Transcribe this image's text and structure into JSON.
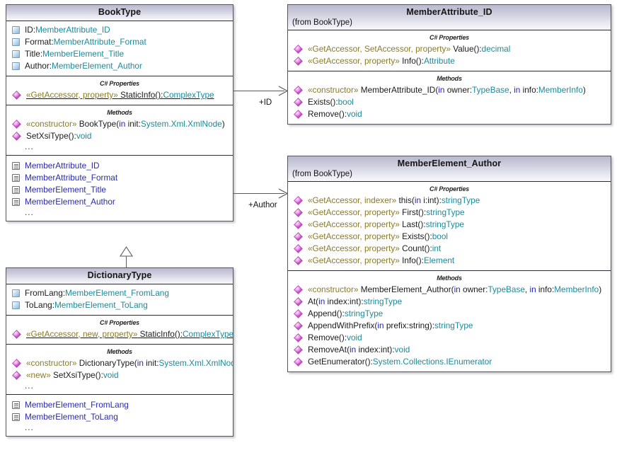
{
  "diagram": {
    "kind": "uml-class-diagram",
    "colors": {
      "header_gradient_top": "#b9b9d0",
      "header_gradient_bottom": "#f7f7fb",
      "border": "#55555e",
      "type_text": "#1d8a9a",
      "stereotype_text": "#8a7a28",
      "keyword_text": "#2222cc",
      "nested_class_text": "#2a2ab0",
      "attribute_icon": "#8fb7d8",
      "member_icon": "#e08fe0"
    },
    "section_captions": {
      "properties": "C# Properties",
      "methods": "Methods"
    },
    "ellipsis": "..."
  },
  "classes": {
    "booktype": {
      "name": "BookType",
      "attributes": [
        {
          "name": "ID:",
          "type": "MemberAttribute_ID"
        },
        {
          "name": "Format:",
          "type": "MemberAttribute_Format"
        },
        {
          "name": "Title:",
          "type": "MemberElement_Title"
        },
        {
          "name": "Author:",
          "type": "MemberElement_Author"
        }
      ],
      "properties_caption": "C# Properties",
      "properties": [
        {
          "stereotype": "«GetAccessor, property»",
          "signature": " StaticInfo():",
          "type": "ComplexType",
          "underline": true
        }
      ],
      "methods_caption": "Methods",
      "methods": [
        {
          "stereotype": "«constructor»",
          "signature": " BookType(",
          "kw": "in",
          "param": " init:",
          "type": "System.Xml.XmlNode",
          "close": ")"
        },
        {
          "signature": "SetXsiType():",
          "type": "void"
        }
      ],
      "methods_more": "...",
      "nested": [
        "MemberAttribute_ID",
        "MemberAttribute_Format",
        "MemberElement_Title",
        "MemberElement_Author"
      ],
      "nested_more": "..."
    },
    "dictionarytype": {
      "name": "DictionaryType",
      "attributes": [
        {
          "name": "FromLang:",
          "type": "MemberElement_FromLang"
        },
        {
          "name": "ToLang:",
          "type": "MemberElement_ToLang"
        }
      ],
      "properties_caption": "C# Properties",
      "properties": [
        {
          "stereotype": "«GetAccessor, new, property»",
          "signature": " StaticInfo():",
          "type": "ComplexType",
          "underline": true
        }
      ],
      "methods_caption": "Methods",
      "methods": [
        {
          "stereotype": "«constructor»",
          "signature": " DictionaryType(",
          "kw": "in",
          "param": " init:",
          "type": "System.Xml.XmlNode",
          "close": ")"
        },
        {
          "stereotype": "«new»",
          "signature": " SetXsiType():",
          "type": "void"
        }
      ],
      "methods_more": "...",
      "nested": [
        "MemberElement_FromLang",
        "MemberElement_ToLang"
      ],
      "nested_more": "..."
    },
    "memberattribute_id": {
      "name": "MemberAttribute_ID",
      "from": "(from BookType)",
      "properties_caption": "C# Properties",
      "properties": [
        {
          "stereotype": "«GetAccessor, SetAccessor, property»",
          "signature": " Value():",
          "type": "decimal"
        },
        {
          "stereotype": "«GetAccessor, property»",
          "signature": " Info():",
          "type": "Attribute"
        }
      ],
      "methods_caption": "Methods",
      "methods": [
        {
          "stereotype": "«constructor»",
          "signature": " MemberAttribute_ID(",
          "kw": "in",
          "param": " owner:",
          "type": "TypeBase",
          "sep": ", ",
          "kw2": "in",
          "param2": " info:",
          "type2": "MemberInfo",
          "close": ")"
        },
        {
          "signature": "Exists():",
          "type": "bool"
        },
        {
          "signature": "Remove():",
          "type": "void"
        }
      ]
    },
    "memberelement_author": {
      "name": "MemberElement_Author",
      "from": "(from BookType)",
      "properties_caption": "C# Properties",
      "properties": [
        {
          "stereotype": "«GetAccessor, indexer»",
          "signature": " this(",
          "kw": "in",
          "param": " i:int):",
          "type": "stringType"
        },
        {
          "stereotype": "«GetAccessor, property»",
          "signature": " First():",
          "type": "stringType"
        },
        {
          "stereotype": "«GetAccessor, property»",
          "signature": " Last():",
          "type": "stringType"
        },
        {
          "stereotype": "«GetAccessor, property»",
          "signature": " Exists():",
          "type": "bool"
        },
        {
          "stereotype": "«GetAccessor, property»",
          "signature": " Count():",
          "type": "int"
        },
        {
          "stereotype": "«GetAccessor, property»",
          "signature": " Info():",
          "type": "Element"
        }
      ],
      "methods_caption": "Methods",
      "methods": [
        {
          "stereotype": "«constructor»",
          "signature": " MemberElement_Author(",
          "kw": "in",
          "param": " owner:",
          "type": "TypeBase",
          "sep": ", ",
          "kw2": "in",
          "param2": " info:",
          "type2": "MemberInfo",
          "close": ")"
        },
        {
          "signature": "At(",
          "kw": "in",
          "param": " index:int):",
          "type": "stringType"
        },
        {
          "signature": "Append():",
          "type": "stringType"
        },
        {
          "signature": "AppendWithPrefix(",
          "kw": "in",
          "param": " prefix:string):",
          "type": "stringType"
        },
        {
          "signature": "Remove():",
          "type": "void"
        },
        {
          "signature": "RemoveAt(",
          "kw": "in",
          "param": " index:int):",
          "type": "void"
        },
        {
          "signature": "GetEnumerator():",
          "type": "System.Collections.IEnumerator"
        }
      ]
    }
  },
  "connectors": {
    "id_association": {
      "label": "+ID",
      "from": "BookType",
      "to": "MemberAttribute_ID",
      "type": "association"
    },
    "author_association": {
      "label": "+Author",
      "from": "BookType",
      "to": "MemberElement_Author",
      "type": "association"
    },
    "generalization": {
      "label": "",
      "from": "DictionaryType",
      "to": "BookType",
      "type": "generalization"
    }
  }
}
